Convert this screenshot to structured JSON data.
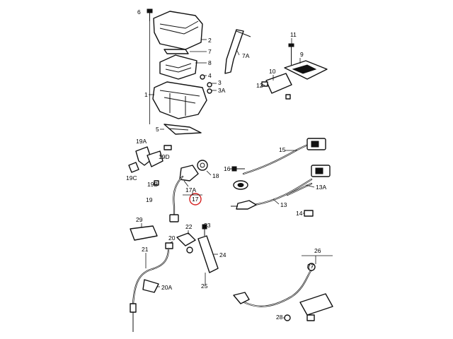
{
  "diagram": {
    "part_numbers": {
      "p1": "1",
      "p2": "2",
      "p3": "3",
      "p3a": "3A",
      "p4": "4",
      "p5": "5",
      "p6": "6",
      "p7": "7",
      "p7a": "7A",
      "p8": "8",
      "p9": "9",
      "p10": "10",
      "p11": "11",
      "p12": "12",
      "p13": "13",
      "p13a": "13A",
      "p14": "14",
      "p15": "15",
      "p16": "16",
      "p17": "17",
      "p17a": "17A",
      "p18": "18",
      "p19": "19",
      "p19a": "19A",
      "p19b": "19B",
      "p19c": "19C",
      "p19d": "19D",
      "p20": "20",
      "p20a": "20A",
      "p21": "21",
      "p22": "22",
      "p23": "23",
      "p24": "24",
      "p25": "25",
      "p26": "26",
      "p27": "27",
      "p28": "28",
      "p29": "29"
    },
    "highlight_color": "#d62020",
    "highlighted_part": "17"
  }
}
